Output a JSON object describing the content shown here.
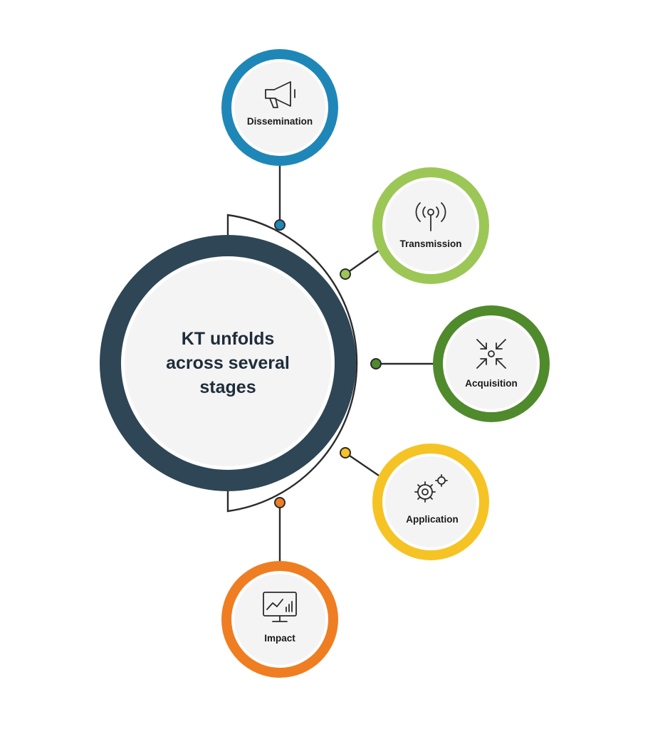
{
  "center": {
    "lines": [
      "KT unfolds",
      "across several",
      "stages"
    ],
    "color": "#2e4655"
  },
  "stages": [
    {
      "id": "dissemination",
      "label": "Dissemination",
      "icon": "megaphone-icon",
      "color": "#1f87b8"
    },
    {
      "id": "transmission",
      "label": "Transmission",
      "icon": "antenna-icon",
      "color": "#9cc757"
    },
    {
      "id": "acquisition",
      "label": "Acquisition",
      "icon": "converge-arrows-icon",
      "color": "#4f8a2c"
    },
    {
      "id": "application",
      "label": "Application",
      "icon": "gears-icon",
      "color": "#f6c324"
    },
    {
      "id": "impact",
      "label": "Impact",
      "icon": "chart-monitor-icon",
      "color": "#ef7d22"
    }
  ]
}
